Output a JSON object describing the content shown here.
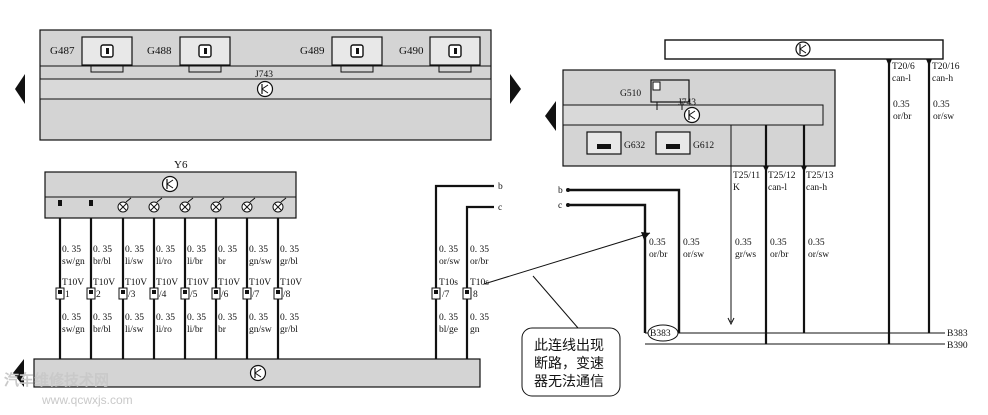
{
  "top_module": {
    "sensors": [
      {
        "label": "G487"
      },
      {
        "label": "G488"
      },
      {
        "label": "G489"
      },
      {
        "label": "G490"
      }
    ],
    "controller_label": "J743"
  },
  "valve_block": {
    "label": "Y6",
    "wires": [
      {
        "spec_top_1": "0. 35",
        "spec_top_2": "sw/gn",
        "connector_1": "T10V",
        "connector_2": "1",
        "spec_bot_1": "0. 35",
        "spec_bot_2": "sw/gn"
      },
      {
        "spec_top_1": "0. 35",
        "spec_top_2": "br/bl",
        "connector_1": "T10V",
        "connector_2": "2",
        "spec_bot_1": "0. 35",
        "spec_bot_2": "br/bl"
      },
      {
        "spec_top_1": "0. 35",
        "spec_top_2": "li/sw",
        "connector_1": "T10V",
        "connector_2": "/3",
        "spec_bot_1": "0. 35",
        "spec_bot_2": "li/sw"
      },
      {
        "spec_top_1": "0. 35",
        "spec_top_2": "li/ro",
        "connector_1": "T10V",
        "connector_2": "/4",
        "spec_bot_1": "0. 35",
        "spec_bot_2": "li/ro"
      },
      {
        "spec_top_1": "0. 35",
        "spec_top_2": "li/br",
        "connector_1": "T10V",
        "connector_2": "/5",
        "spec_bot_1": "0. 35",
        "spec_bot_2": "li/br"
      },
      {
        "spec_top_1": "0. 35",
        "spec_top_2": "br",
        "connector_1": "T10V",
        "connector_2": "/6",
        "spec_bot_1": "0. 35",
        "spec_bot_2": "br"
      },
      {
        "spec_top_1": "0. 35",
        "spec_top_2": "gn/sw",
        "connector_1": "T10V",
        "connector_2": "/7",
        "spec_bot_1": "0. 35",
        "spec_bot_2": "gn/sw"
      },
      {
        "spec_top_1": "0. 35",
        "spec_top_2": "gr/bl",
        "connector_1": "T10V",
        "connector_2": "/8",
        "spec_bot_1": "0. 35",
        "spec_bot_2": "gr/bl"
      }
    ]
  },
  "t10s": [
    {
      "spec_top_1": "0. 35",
      "spec_top_2": "or/sw",
      "connector_1": "T10s",
      "connector_2": "/7",
      "spec_bot_1": "0. 35",
      "spec_bot_2": "bl/ge"
    },
    {
      "spec_top_1": "0. 35",
      "spec_top_2": "or/br",
      "connector_1": "T10s",
      "connector_2": "8",
      "spec_bot_1": "0. 35",
      "spec_bot_2": "gn"
    }
  ],
  "link_labels": {
    "b": "b",
    "c": "c"
  },
  "right_module": {
    "sensor_label": "G510",
    "controller_label": "J743",
    "sub_sensors": [
      {
        "label": "G632"
      },
      {
        "label": "G612"
      }
    ]
  },
  "t25": [
    {
      "pin": "T25/11",
      "signal": "K",
      "gauge": "0.35",
      "color": "gr/ws"
    },
    {
      "pin": "T25/12",
      "signal": "can-l",
      "gauge": "0.35",
      "color": "or/br"
    },
    {
      "pin": "T25/13",
      "signal": "can-h",
      "gauge": "0.35",
      "color": "or/sw"
    }
  ],
  "bc_wires": [
    {
      "gauge": "0.35",
      "color": "or/br"
    },
    {
      "gauge": "0.35",
      "color": "or/sw"
    }
  ],
  "t20": [
    {
      "pin": "T20/6",
      "signal": "can-l",
      "gauge": "0.35",
      "color": "or/br"
    },
    {
      "pin": "T20/16",
      "signal": "can-h",
      "gauge": "0.35",
      "color": "or/sw"
    }
  ],
  "bus_labels": {
    "b383": "B383",
    "b390": "B390",
    "b383_node": "B383"
  },
  "callout": {
    "line_1": "此连线出现",
    "line_2": "断路，变速",
    "line_3": "器无法通信"
  },
  "watermark": {
    "cn": "汽车维修技术网",
    "url": "www.qcwxjs.com"
  }
}
